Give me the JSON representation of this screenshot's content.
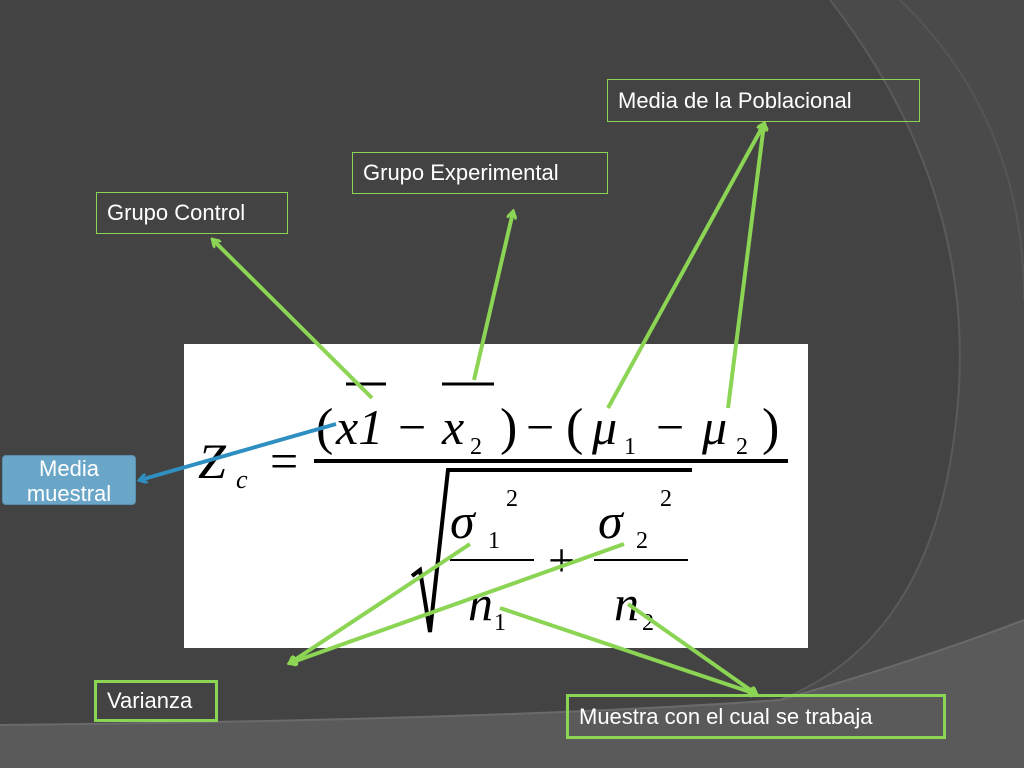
{
  "labels": {
    "media_poblacional": "Media de la Poblacional",
    "grupo_experimental": "Grupo Experimental",
    "grupo_control": "Grupo Control",
    "media_muestral_line1": "Media",
    "media_muestral_line2": "muestral",
    "varianza": "Varianza",
    "muestra": "Muestra con el cual se trabaja"
  },
  "formula": {
    "z": "Z",
    "z_sub": "c",
    "equals": "=",
    "numerator": {
      "open1": "(",
      "x1": "x1",
      "minus1": "−",
      "x": "x",
      "x_sub": "2",
      "close1": ")",
      "minus_mid": "−",
      "open2": "(",
      "mu1": "μ",
      "mu1_sub": "1",
      "minus2": "−",
      "mu2": "μ",
      "mu2_sub": "2",
      "close2": ")"
    },
    "denominator": {
      "sigma1": "σ",
      "sigma1_sub": "1",
      "sigma1_sup": "2",
      "n1": "n",
      "n1_sub": "1",
      "plus": "+",
      "sigma2": "σ",
      "sigma2_sub": "2",
      "sigma2_sup": "2",
      "n2": "n",
      "n2_sub": "2"
    }
  },
  "colors": {
    "background": "#4a4a4a",
    "arc_band": "#3e3e3e",
    "arrow_green": "#8bd454",
    "arrow_blue": "#2e8fc0",
    "badge_blue": "#6aa6c8"
  }
}
